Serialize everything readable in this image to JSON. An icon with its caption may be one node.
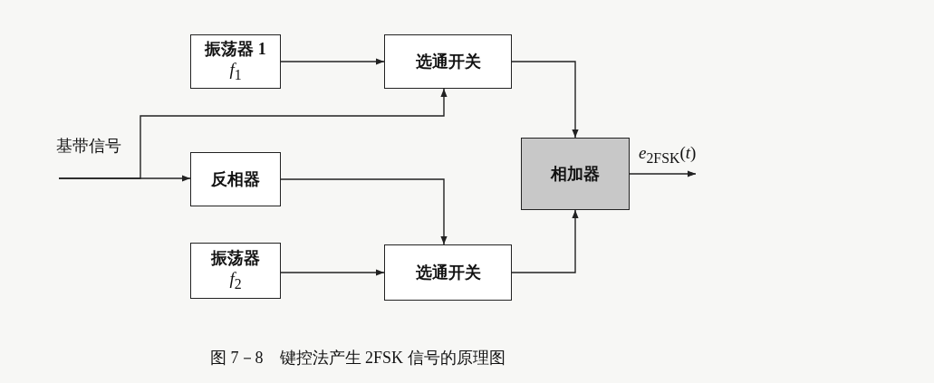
{
  "diagram": {
    "caption": "图 7－8　键控法产生 2FSK 信号的原理图",
    "nodes": [
      {
        "text": [
          "振荡器 1",
          "*f*$_{1}$"
        ]
      },
      {
        "text": [
          "选通开关"
        ]
      },
      {
        "text": [
          "基带信号"
        ]
      },
      {
        "text": [
          "反相器"
        ]
      },
      {
        "text": [
          "相加器"
        ]
      },
      {
        "text": [
          "振荡器",
          "*f*$_{2}$"
        ]
      },
      {
        "text": [
          "选通开关"
        ]
      }
    ],
    "edges": [
      {
        "from": 0,
        "to": 1,
        "arrow": "to"
      },
      {
        "from": 2,
        "to": 1,
        "arrow": "to"
      },
      {
        "from": 2,
        "to": 3,
        "arrow": "to"
      },
      {
        "from": 3,
        "to": 6,
        "arrow": "to"
      },
      {
        "from": 5,
        "to": 6,
        "arrow": "to"
      },
      {
        "from": 1,
        "to": 4,
        "arrow": "to"
      },
      {
        "from": 6,
        "to": 4,
        "arrow": "to"
      },
      {
        "from": 4,
        "to": null,
        "arrow": "to",
        "label": "*e*$_{2FSK}$(*t*)"
      }
    ]
  }
}
